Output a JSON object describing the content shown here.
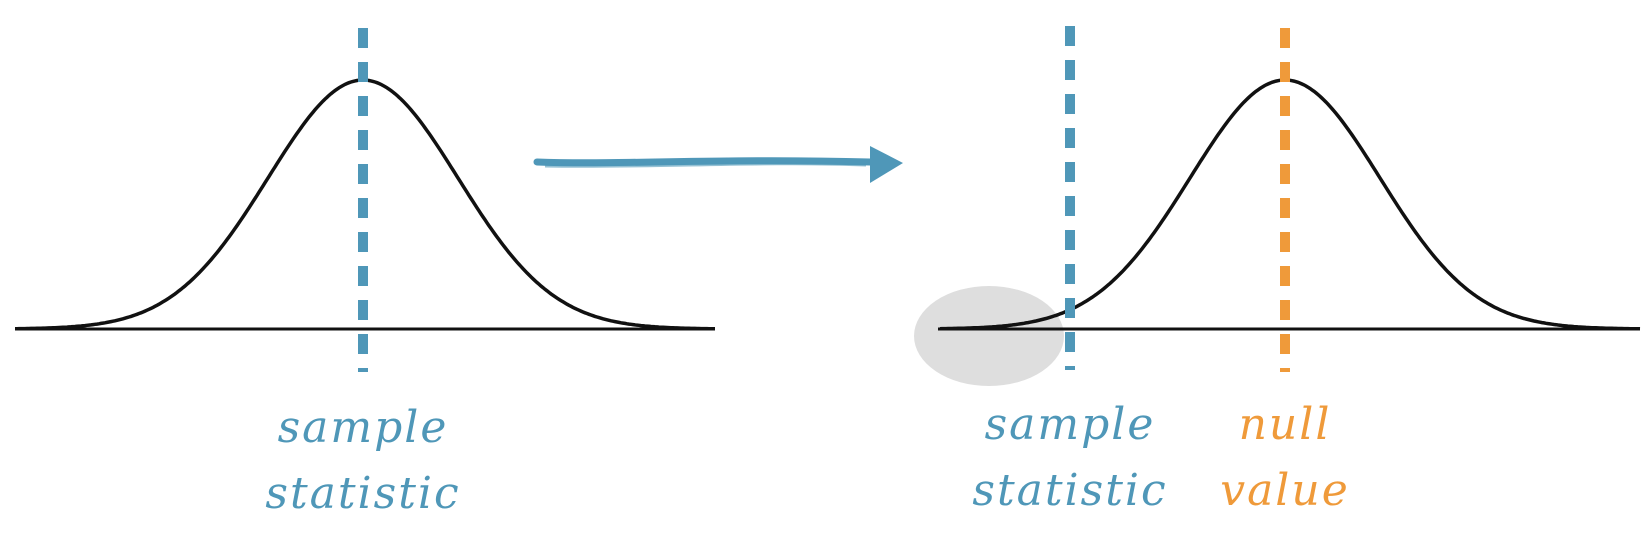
{
  "colors": {
    "sample_statistic": "#4f97b8",
    "null_value": "#ef9a3a",
    "curve": "#111111",
    "shaded_region": "#dedede",
    "arrow": "#4f97b8"
  },
  "left_panel": {
    "marker_label_line1": "sample",
    "marker_label_line2": "statistic"
  },
  "right_panel": {
    "sample_label_line1": "sample",
    "sample_label_line2": "statistic",
    "null_label_line1": "null",
    "null_label_line2": "value"
  },
  "icons": [
    "right-arrow-icon"
  ]
}
